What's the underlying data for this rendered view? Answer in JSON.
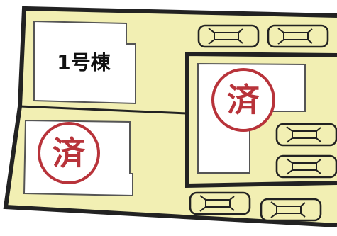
{
  "site_plan": {
    "buildings": [
      {
        "label": "1号棟",
        "status": ""
      },
      {
        "label": "",
        "status": "済"
      },
      {
        "label": "",
        "status": "済"
      }
    ],
    "parking_spaces": 6
  },
  "colors": {
    "lot_fill": "#f2efb3",
    "outline": "#222222",
    "sold_stamp": "#b8333a",
    "building_fill": "#ffffff"
  }
}
